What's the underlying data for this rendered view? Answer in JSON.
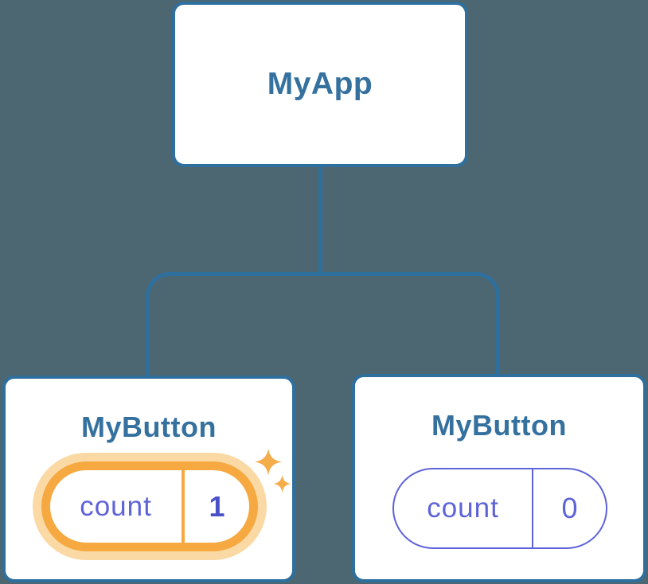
{
  "diagram": {
    "description": "React component tree diagram with root component and two child button components holding independent state",
    "root": {
      "label": "MyApp"
    },
    "children": [
      {
        "label": "MyButton",
        "state": {
          "key": "count",
          "value": "1"
        },
        "highlighted": true
      },
      {
        "label": "MyButton",
        "state": {
          "key": "count",
          "value": "0"
        },
        "highlighted": false
      }
    ]
  },
  "colors": {
    "background": "#4D6772",
    "card_fill": "#FFFFFF",
    "stroke_blue": "#2F6F9E",
    "label_blue": "#35719F",
    "state_purple": "#5E63D8",
    "state_value_purple": "#4A50C8",
    "highlight_orange": "#F5A940",
    "highlight_glow": "#FBD9A4",
    "sparkle_orange": "#F5AC4A"
  },
  "icons": {
    "sparkle_big": "sparkle-icon",
    "sparkle_small": "sparkle-icon"
  }
}
